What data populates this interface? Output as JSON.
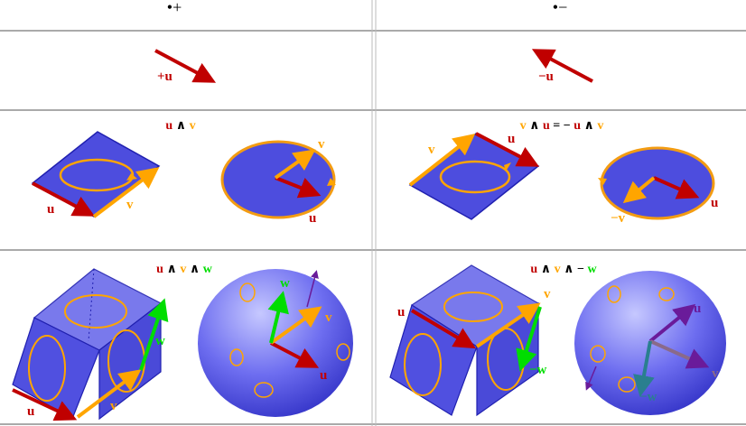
{
  "header": {
    "left_symbol": "•+",
    "right_symbol": "•−"
  },
  "row_vector": {
    "left_label": "+u",
    "right_label": "−u"
  },
  "row_bivector": {
    "left_formula": [
      {
        "text": "u",
        "color": "red"
      },
      {
        "text": " ∧ ",
        "color": "black"
      },
      {
        "text": "v",
        "color": "orange"
      }
    ],
    "right_formula": [
      {
        "text": "v",
        "color": "orange"
      },
      {
        "text": " ∧ ",
        "color": "black"
      },
      {
        "text": "u",
        "color": "red"
      },
      {
        "text": " = − ",
        "color": "black"
      },
      {
        "text": "u",
        "color": "red"
      },
      {
        "text": " ∧ ",
        "color": "black"
      },
      {
        "text": "v",
        "color": "orange"
      }
    ],
    "u": "u",
    "v": "v",
    "neg_v": "−v"
  },
  "row_trivector": {
    "left_formula": [
      {
        "text": "u",
        "color": "red"
      },
      {
        "text": " ∧ ",
        "color": "black"
      },
      {
        "text": "v",
        "color": "orange"
      },
      {
        "text": " ∧ ",
        "color": "black"
      },
      {
        "text": "w",
        "color": "green"
      }
    ],
    "right_formula": [
      {
        "text": "u",
        "color": "red"
      },
      {
        "text": " ∧ ",
        "color": "black"
      },
      {
        "text": "v",
        "color": "orange"
      },
      {
        "text": " ∧ − ",
        "color": "black"
      },
      {
        "text": "w",
        "color": "green"
      }
    ],
    "u": "u",
    "v": "v",
    "w": "w",
    "neg_w": "−w"
  },
  "colors": {
    "red": "#c00000",
    "orange": "#ffa500",
    "green": "#00dd00",
    "black": "#000000",
    "blue_fill": "#4d4dde",
    "blue_edge": "#2020b0",
    "circle_stroke": "#f39c12",
    "purple": "#6a1b9a",
    "teal": "#2a7f8f"
  }
}
